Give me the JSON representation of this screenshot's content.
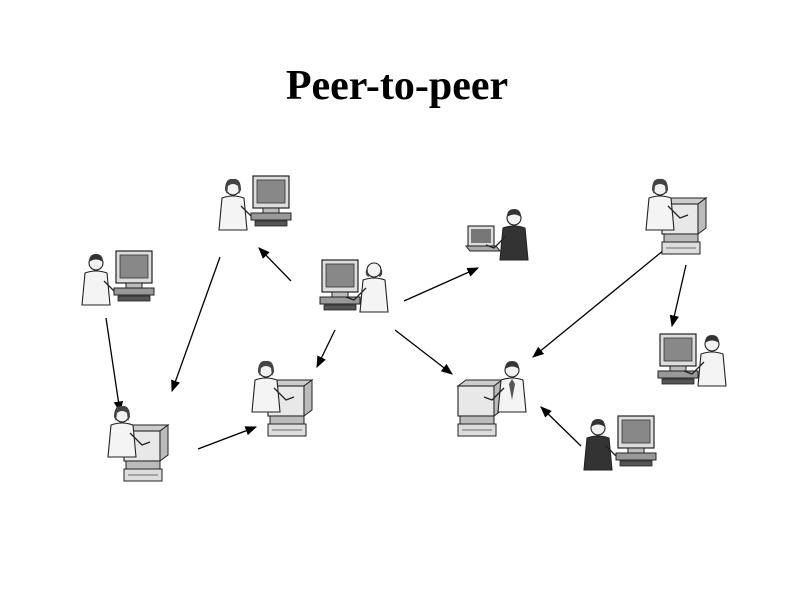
{
  "title": "Peer-to-peer",
  "nodes": [
    {
      "id": "top-left-peer",
      "kind": "monitor-right",
      "person": "woman"
    },
    {
      "id": "far-left-peer",
      "kind": "monitor-right",
      "person": "man"
    },
    {
      "id": "center-peer",
      "kind": "monitor-left",
      "person": "bald-man"
    },
    {
      "id": "laptop-peer",
      "kind": "laptop",
      "person": "man-dark"
    },
    {
      "id": "top-right-peer",
      "kind": "desktop-box",
      "person": "woman"
    },
    {
      "id": "left-bottom-peer",
      "kind": "desktop-box",
      "person": "woman"
    },
    {
      "id": "center-left-peer",
      "kind": "desktop-box",
      "person": "woman"
    },
    {
      "id": "center-bottom-peer",
      "kind": "desktop-box",
      "person": "man-tie"
    },
    {
      "id": "right-peer",
      "kind": "monitor-left",
      "person": "man"
    },
    {
      "id": "bottom-right-peer",
      "kind": "monitor-right",
      "person": "man-dark"
    }
  ],
  "links": [
    {
      "from": "far-left-peer",
      "to": "left-bottom-peer"
    },
    {
      "from": "top-left-peer",
      "to": "left-bottom-peer"
    },
    {
      "from": "left-bottom-peer",
      "to": "center-left-peer"
    },
    {
      "from": "center-peer",
      "to": "top-left-peer"
    },
    {
      "from": "center-peer",
      "to": "center-left-peer"
    },
    {
      "from": "center-peer",
      "to": "laptop-peer"
    },
    {
      "from": "center-peer",
      "to": "center-bottom-peer"
    },
    {
      "from": "top-right-peer",
      "to": "center-bottom-peer"
    },
    {
      "from": "top-right-peer",
      "to": "right-peer"
    },
    {
      "from": "bottom-right-peer",
      "to": "center-bottom-peer"
    }
  ]
}
